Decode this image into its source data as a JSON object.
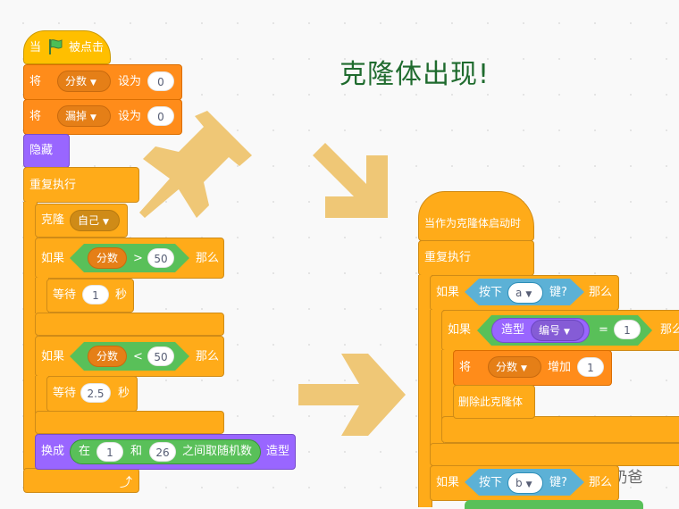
{
  "heading": "克隆体出现!",
  "watermark": "IT奶爸",
  "left_script": {
    "hat": {
      "when": "当",
      "clicked": "被点击",
      "icon": "green-flag-icon"
    },
    "set_score": {
      "set": "将",
      "var": "分数",
      "to": "设为",
      "value": "0"
    },
    "set_leak": {
      "set": "将",
      "var": "漏掉",
      "to": "设为",
      "value": "0"
    },
    "hide": "隐藏",
    "forever": "重复执行",
    "clone": {
      "label": "克隆",
      "target": "自己"
    },
    "if1": {
      "if": "如果",
      "var": "分数",
      "op": ">",
      "value": "50",
      "then": "那么"
    },
    "wait1": {
      "wait": "等待",
      "value": "1",
      "unit": "秒"
    },
    "if2": {
      "if": "如果",
      "var": "分数",
      "op": "<",
      "value": "50",
      "then": "那么"
    },
    "wait2": {
      "wait": "等待",
      "value": "2.5",
      "unit": "秒"
    },
    "switch": {
      "label": "换成",
      "in": "在",
      "a": "1",
      "and": "和",
      "b": "26",
      "random": "之间取随机数",
      "costume": "造型"
    },
    "loop_icon": "loop-arrow-icon"
  },
  "right_script": {
    "hat": "当作为克隆体启动时",
    "forever": "重复执行",
    "if_key_a": {
      "if": "如果",
      "press": "按下",
      "key": "a",
      "key_suffix": "键?",
      "then": "那么"
    },
    "if_costume": {
      "if": "如果",
      "costume": "造型",
      "prop": "编号",
      "op": "=",
      "value": "1",
      "then": "那么"
    },
    "change_score": {
      "set": "将",
      "var": "分数",
      "by": "增加",
      "value": "1"
    },
    "delete_clone": "删除此克隆体",
    "if_key_b": {
      "if": "如果",
      "press": "按下",
      "key": "b",
      "key_suffix": "键?",
      "then": "那么"
    }
  },
  "colors": {
    "events": "#ffbf00",
    "control": "#ffab19",
    "variables": "#ff8c1a",
    "looks": "#9966ff",
    "sensing": "#5cb1d6",
    "operators": "#59c059",
    "annotation": "#efc776",
    "heading": "#1f6b2e"
  }
}
